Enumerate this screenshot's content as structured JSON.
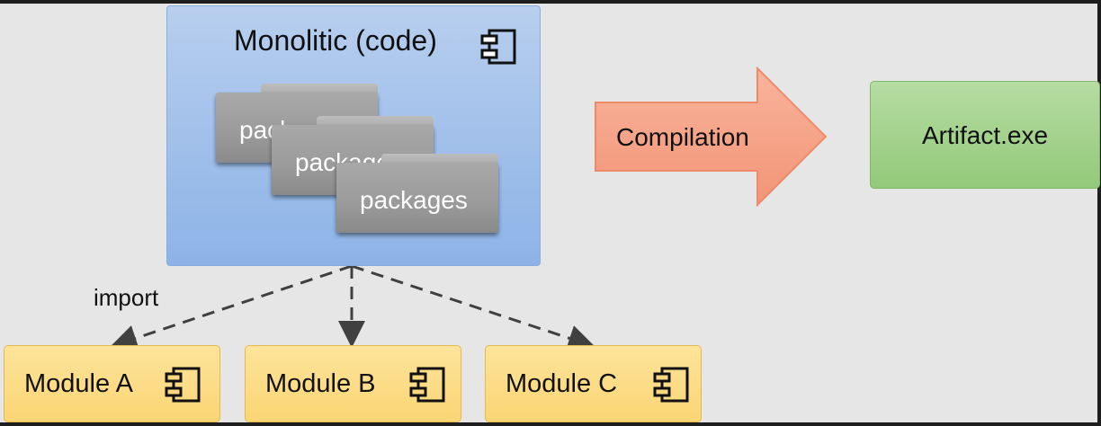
{
  "monolith": {
    "title": "Monolitic (code)",
    "icon": "component-icon",
    "packages": [
      {
        "label": "packages"
      },
      {
        "label": "packages"
      },
      {
        "label": "packages"
      }
    ]
  },
  "compilation": {
    "label": "Compilation",
    "color": "#f7a58a"
  },
  "artifact": {
    "label": "Artifact.exe",
    "color": "#a6d38e"
  },
  "import_label": "import",
  "modules": [
    {
      "label": "Module A",
      "icon": "component-icon"
    },
    {
      "label": "Module B",
      "icon": "component-icon"
    },
    {
      "label": "Module C",
      "icon": "component-icon"
    }
  ],
  "colors": {
    "monolith": "#a4c2eb",
    "module": "#fcd97f",
    "folder": "#9d9d9d",
    "background": "#e6e6e6"
  }
}
